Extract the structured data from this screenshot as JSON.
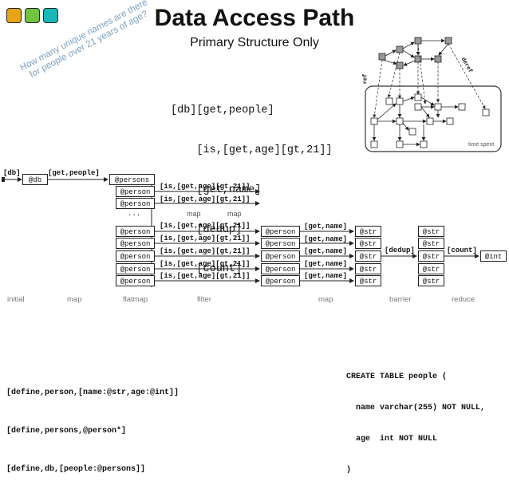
{
  "header": {
    "title": "Data Access Path",
    "subtitle": "Primary Structure Only",
    "dots": [
      "#e8a317",
      "#72c341",
      "#17b9b8"
    ]
  },
  "question": {
    "line1": "How many unique names are there",
    "line2": "for people over 21 years of age?"
  },
  "gremlin": {
    "lines": [
      "[db][get,people]",
      "    [is,[get,age][gt,21]]",
      "    [get,name]",
      "    [dedup]",
      "    [count]"
    ]
  },
  "graph_figure": {
    "ref_label": "ref",
    "deref_label": "deref",
    "time_label": "time spent"
  },
  "pipeline": {
    "db_label": "[db]",
    "db_node": "@db",
    "get_people_label": "[get,people]",
    "persons_node": "@persons",
    "person_node": "@person",
    "is_filter_label": "[is,[get,age][gt,21]]",
    "ellipsis": "...",
    "map_label": "map",
    "get_name_label": "[get,name]",
    "str_node": "@str",
    "dedup_label": "[dedup]",
    "count_label": "[count]",
    "int_node": "@int"
  },
  "stages": {
    "initial": "initial",
    "map1": "map",
    "flatmap": "flatmap",
    "filter": "filter",
    "map2": "map",
    "barrier": "barrier",
    "reduce": "reduce"
  },
  "definitions": {
    "lines": [
      "[define,person,[name:@str,age:@int]]",
      "[define,persons,@person*]",
      "[define,db,[people:@persons]]"
    ]
  },
  "sql": {
    "lines": [
      "CREATE TABLE people (",
      "  name varchar(255) NOT NULL,",
      "  age  int NOT NULL",
      ")"
    ]
  }
}
